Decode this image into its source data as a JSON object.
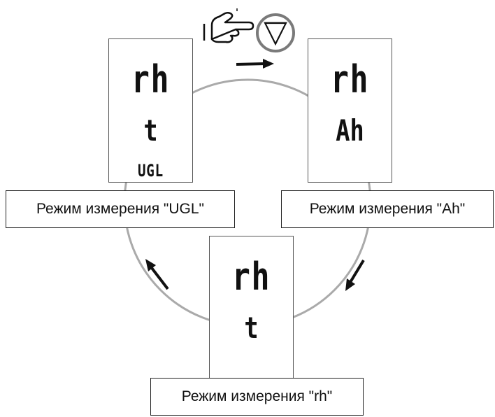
{
  "modes": {
    "ugl": {
      "line1": "rh",
      "line2": "t",
      "line3": "UGL",
      "label": "Режим измерения \"UGL\""
    },
    "ah": {
      "line1": "rh",
      "line2": "Ah",
      "label": "Режим измерения \"Ah\""
    },
    "rh": {
      "line1": "rh",
      "line2": "t",
      "label": "Режим измерения \"rh\""
    }
  },
  "button": {
    "symbol": "▽"
  },
  "icons": {
    "press": "pointing-hand-icon",
    "direction": "cycle-arrow-icon"
  },
  "colors": {
    "ring": "#aaaaaa",
    "arrow": "#111111",
    "button_ring": "#7a7a7a"
  }
}
